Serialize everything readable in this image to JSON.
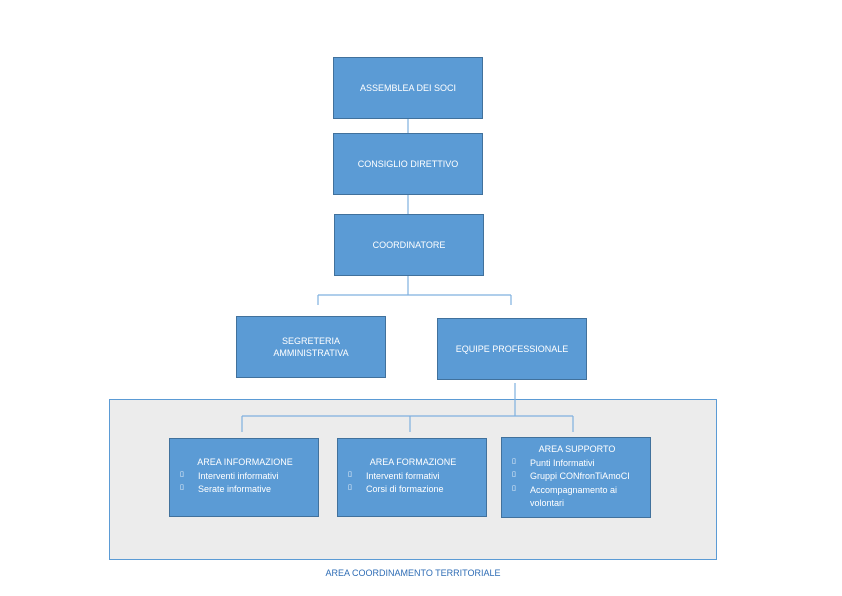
{
  "colors": {
    "box_fill": "#5b9bd5",
    "box_border": "#41719c",
    "connector": "#7fb0df",
    "area_background": "#ececec",
    "label_text": "#2f6db5"
  },
  "nodes": {
    "assembly": "ASSEMBLEA DEI SOCI",
    "board": "CONSIGLIO DIRETTIVO",
    "coordinator": "COORDINATORE",
    "secretariat": "SEGRETERIA AMMINISTRATIVA",
    "team": "EQUIPE PROFESSIONALE"
  },
  "areas": [
    {
      "title": "AREA INFORMAZIONE",
      "items": [
        "Interventi informativi",
        "Serate informative"
      ]
    },
    {
      "title": "AREA FORMAZIONE",
      "items": [
        "Interventi formativi",
        "Corsi di formazione"
      ]
    },
    {
      "title": "AREA SUPPORTO",
      "items": [
        "Punti Informativi",
        "Gruppi CONfronTiAmoCI",
        "Accompagnamento ai volontari"
      ]
    }
  ],
  "bullet_glyph": "▯",
  "territory_label": "AREA COORDINAMENTO TERRITORIALE"
}
